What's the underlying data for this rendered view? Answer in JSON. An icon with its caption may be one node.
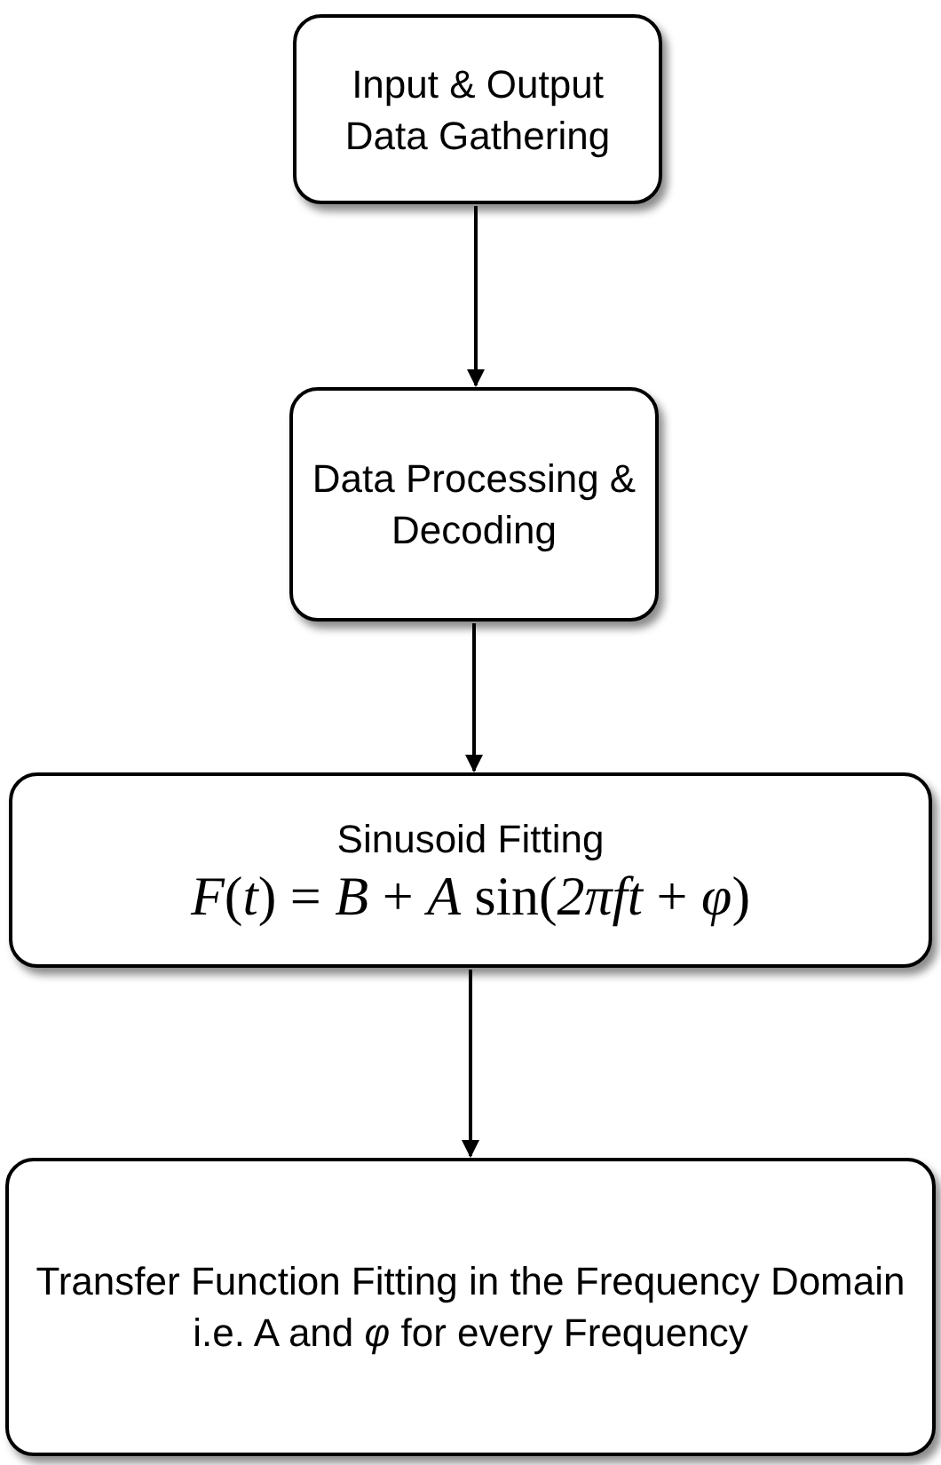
{
  "diagram": {
    "nodes": [
      {
        "text": [
          "Input & Output Data Gathering"
        ]
      },
      {
        "text": [
          "Data Processing & Decoding"
        ]
      },
      {
        "text": [
          "Sinusoid Fitting",
          "*F*(*t*) = *B* + *A* sin(*2πft* + *φ*)"
        ]
      },
      {
        "text": [
          "Transfer Function Fitting in the Frequency Domain i.e. A and *φ* for every Frequency"
        ]
      }
    ],
    "edges": [
      {
        "from": 0,
        "to": 1,
        "arrow": "to"
      },
      {
        "from": 1,
        "to": 2,
        "arrow": "to"
      },
      {
        "from": 2,
        "to": 3,
        "arrow": "to"
      }
    ]
  }
}
